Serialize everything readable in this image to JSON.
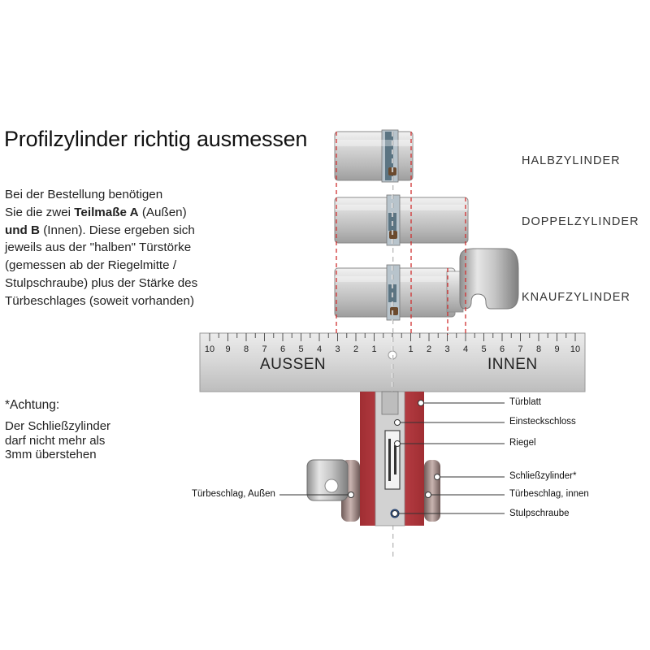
{
  "title": "Profilzylinder richtig ausmessen",
  "intro": {
    "line1": "Bei der Bestellung benötigen",
    "line2_pre": "Sie die zwei ",
    "line2_bold": "Teilmaße A",
    "line2_post": " (Außen)",
    "line3_bold": "und B",
    "line3_post": " (Innen). Diese ergeben sich",
    "line4": "jeweils aus der \"halben\" Türstörke",
    "line5": "(gemessen ab der Riegelmitte /",
    "line6": "Stulpschraube) plus der Stärke des",
    "line7": "Türbeschlages (soweit vorhanden)"
  },
  "cylinders": {
    "half": "HALBZYLINDER",
    "double": "DOPPELZYLINDER",
    "knob": "KNAUFZYLINDER"
  },
  "ruler": {
    "left_ticks": [
      "10",
      "9",
      "8",
      "7",
      "6",
      "5",
      "4",
      "3",
      "2",
      "1"
    ],
    "right_ticks": [
      "1",
      "2",
      "3",
      "4",
      "5",
      "6",
      "7",
      "8",
      "9",
      "10"
    ],
    "outside": "AUSSEN",
    "inside": "INNEN"
  },
  "warning": {
    "title": "*Achtung:",
    "line1": "Der Schließzylinder",
    "line2": "darf nicht mehr als",
    "line3": "3mm überstehen"
  },
  "callouts": {
    "tuerblatt": "Türblatt",
    "einsteckschloss": "Einsteckschloss",
    "riegel": "Riegel",
    "schliesszylinder": "Schließzylinder*",
    "beschlag_innen": "Türbeschlag, innen",
    "stulpschraube": "Stulpschraube",
    "beschlag_aussen": "Türbeschlag, Außen"
  },
  "colors": {
    "door_red": "#b5373b",
    "dashed_red": "#d03030",
    "ruler_fill": "#d8d8d8",
    "metal": "#c9c9c9",
    "text": "#222222"
  }
}
